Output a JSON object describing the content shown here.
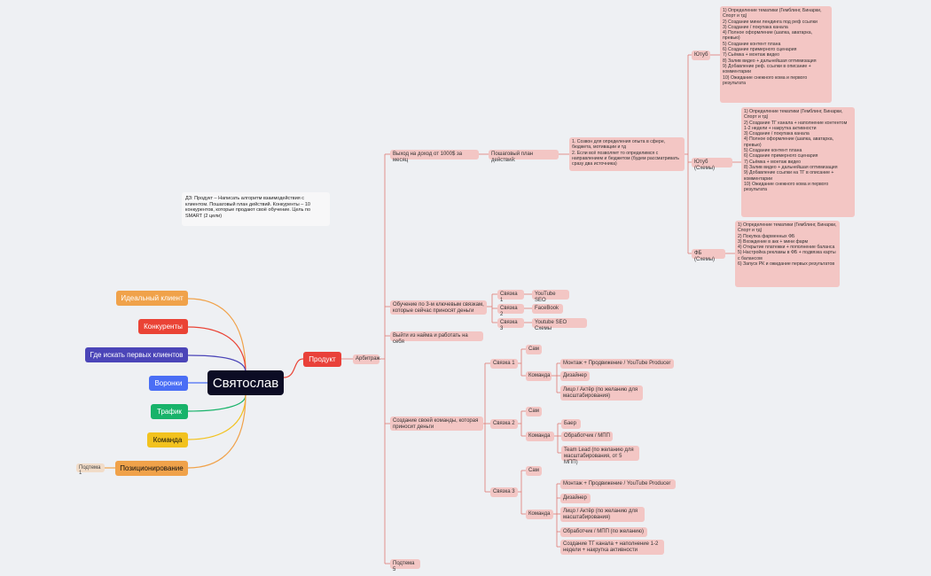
{
  "colors": {
    "canvas": "#eef0f3",
    "chip": "#f3c6c4",
    "link": "#e07a72",
    "product": "#e9413a"
  },
  "root": "Святослав",
  "note": "ДЗ: Продукт – Написать алгоритм взаимодействия с клиентом. Пошаговый план действий. Конкуренты – 10 конкурентов, которые продают своё обучение. Цель по SMART (2 цели)",
  "left_branches": [
    {
      "label": "Идеальный клиент",
      "color": "#f0a24a"
    },
    {
      "label": "Конкуренты",
      "color": "#ea4335"
    },
    {
      "label": "Где искать первых клиентов",
      "color": "#4b45b8"
    },
    {
      "label": "Воронки",
      "color": "#4a6ef5"
    },
    {
      "label": "Трафик",
      "color": "#18b36a"
    },
    {
      "label": "Команда",
      "color": "#f2c21e"
    },
    {
      "label": "Позиционирование",
      "color": "#f0a24a"
    }
  ],
  "subtopic": "Подтема 1",
  "product": "Продукт",
  "arbitrage": "Арбитраж",
  "goals": {
    "income": "Выход на доход от 1000$ за месяц",
    "training": "Обучение по 3-м ключевым связкам, которые сейчас приносят деньги",
    "quit": "Выйти из найма и работать на себя",
    "team": "Создание своей команды, которая приносит деньги",
    "subtopic5": "Подтема 5"
  },
  "plan": {
    "label": "Пошаговый план действий:",
    "text": "1. Созвон для определения опыта в сфере, бюджета, мотивации и тд\n2. Если всё позволяет то определимся с направлением и бюджетом (будем рассматривать сразу два источника)"
  },
  "sources": {
    "youtube": {
      "label": "Ютуб",
      "text": "1) Определение тематики (Гемблинг, Бинарки, Спорт и тд)\n2) Создание мини лендинга под реф ссылки\n3) Создание / покупака канала\n4) Полное оформление (шапка, аватарка, превью)\n5) Создание контент плана\n6) Создание примерного сценария\n7) Сьёмка + монтаж видео\n8) Залив видео + дальнейшая оптимизация\n9) Добавление реф. ссылки в описание + комментарии\n10) Ожидание снежного кома и первого результата"
    },
    "youtube_schemes": {
      "label": "Ютуб (Схемы)",
      "text": "1) Определение тематики (Гемблинг, Бинарки, Спорт и тд)\n2) Создание ТГ канала + наполнение контентом 1-2 недели + накрутка активности\n3) Создание / покупака канала\n4) Полное оформление (шапка, аватарка, превью)\n5) Создание контент плана\n6) Создание примерного сценария\n7) Сьёмка + монтаж видео\n8) Залив видео + дальнейшая оптимизация\n9) Добавление ссылки на ТГ в описание + комментарии\n10) Ожидание снежного кома и первого результата"
    },
    "fb_schemes": {
      "label": "ФБ (Схемы)",
      "text": "1) Определение тематики (Гемблинг, Бинарки, Спорт и тд)\n2) Покупка фарменных ФБ\n3) Вхождение в акк + мини фарм\n4) Открытие платежки + пополнение баланса\n5) Настройка рекламы в ФБ + подвязка карты с балансом\n6) Запуск РК и ожидание первых результатов"
    }
  },
  "training_bundles": [
    {
      "label": "Связка 1",
      "value": "YouTube SEO"
    },
    {
      "label": "Связка 2",
      "value": "FaceBook"
    },
    {
      "label": "Связка 3",
      "value": "Youtube SEO Схемы"
    }
  ],
  "team_bundles": {
    "b1": {
      "label": "Связка 1",
      "self": "Сам",
      "team": "Команда",
      "members": [
        "Монтаж + Продвижение / YouTube Producer",
        "Дизайнер",
        "Лицо / Актёр (по желанию для масштабирования)"
      ]
    },
    "b2": {
      "label": "Связка 2",
      "self": "Сам",
      "team": "Команда",
      "members": [
        "Баер",
        "Обработчик / МПП",
        "Team Lead (по желанию для масштабирования, от 5 МПП)"
      ]
    },
    "b3": {
      "label": "Связка 3",
      "self": "Сам",
      "team": "Команда",
      "members": [
        "Монтаж + Продвижение / YouTube Producer",
        "Дизайнер",
        "Лицо / Актёр (по желанию для масштабирования)",
        "Обработчик / МПП (по желанию)",
        "Создание ТГ канала + наполнение 1-2 недели + накрутка активности"
      ]
    }
  }
}
